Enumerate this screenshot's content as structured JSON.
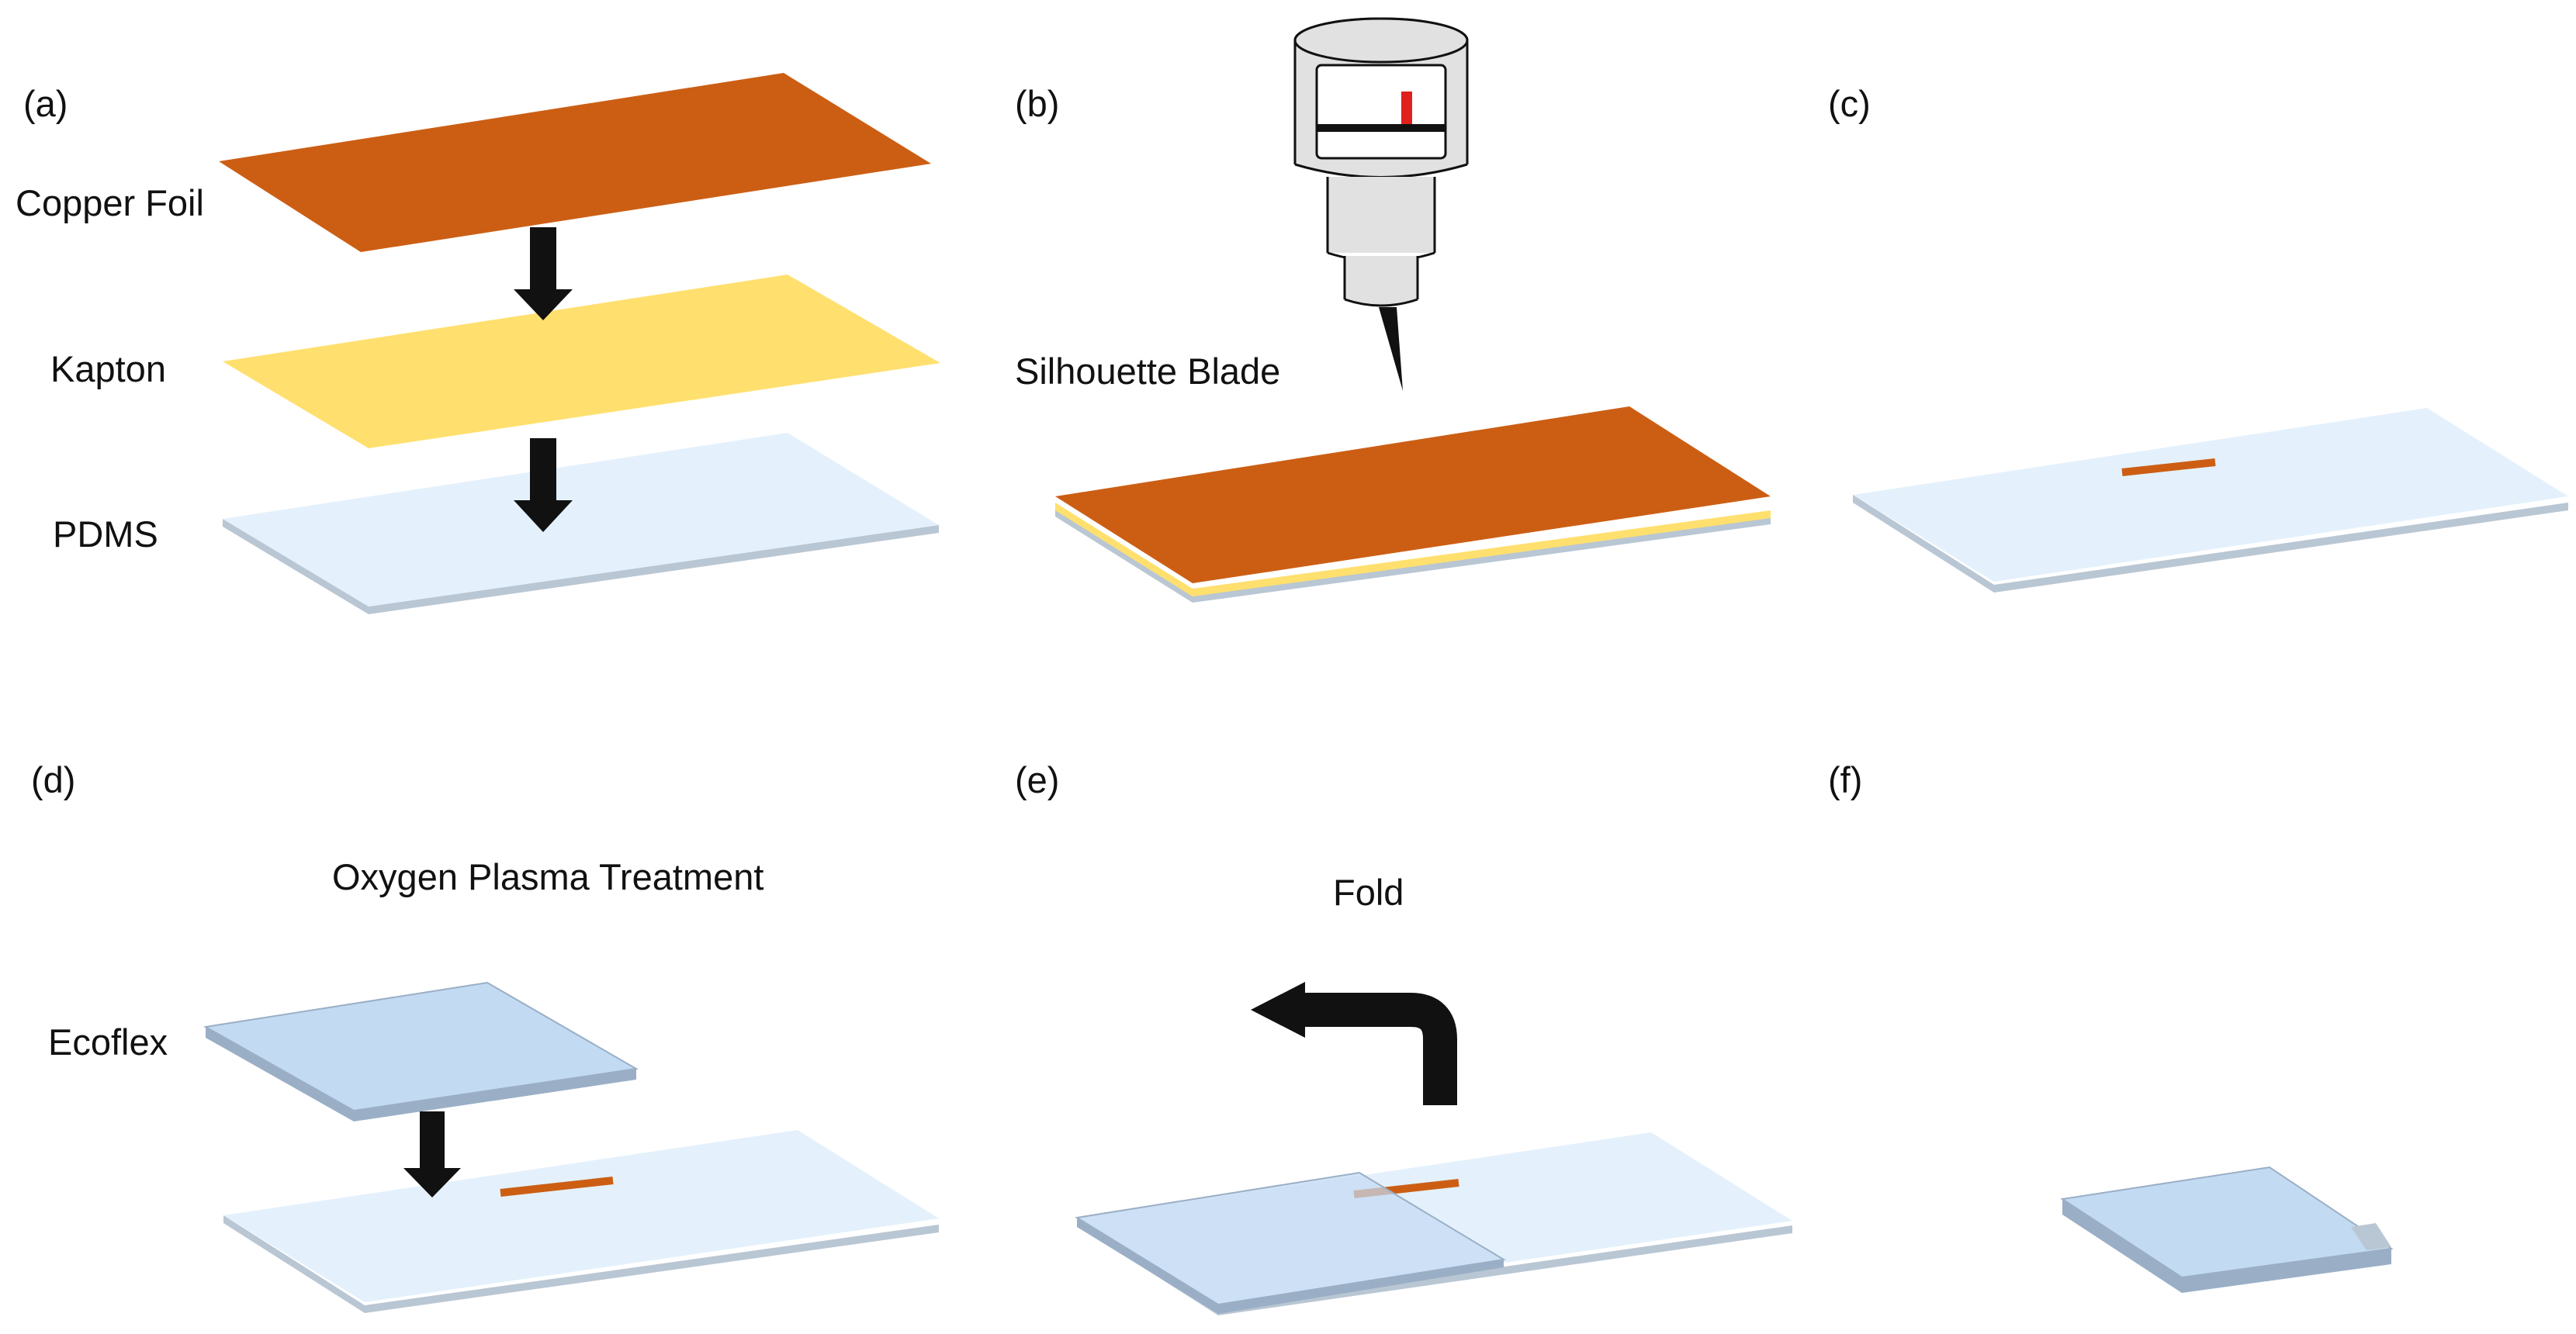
{
  "panels": {
    "a": {
      "tag": "(a)",
      "labels": {
        "copper": "Copper Foil",
        "kapton": "Kapton",
        "pdms": "PDMS"
      }
    },
    "b": {
      "tag": "(b)",
      "labels": {
        "blade": "Silhouette Blade"
      }
    },
    "c": {
      "tag": "(c)"
    },
    "d": {
      "tag": "(d)",
      "labels": {
        "plasma": "Oxygen Plasma Treatment",
        "ecoflex": "Ecoflex"
      }
    },
    "e": {
      "tag": "(e)",
      "labels": {
        "fold": "Fold"
      }
    },
    "f": {
      "tag": "(f)"
    }
  },
  "colors": {
    "copper": "#CC5E14",
    "kapton": "#FFE06E",
    "pdms": "#E4F1FC",
    "pdms_edge": "#B9C6D3",
    "ecoflex": "#C3DAF3",
    "ecoflex_edge": "#9AAFC6",
    "arrow": "#111111",
    "blade_mark": "#E0201B",
    "blade_body": "#E1E1E1",
    "ink": "#111111"
  }
}
